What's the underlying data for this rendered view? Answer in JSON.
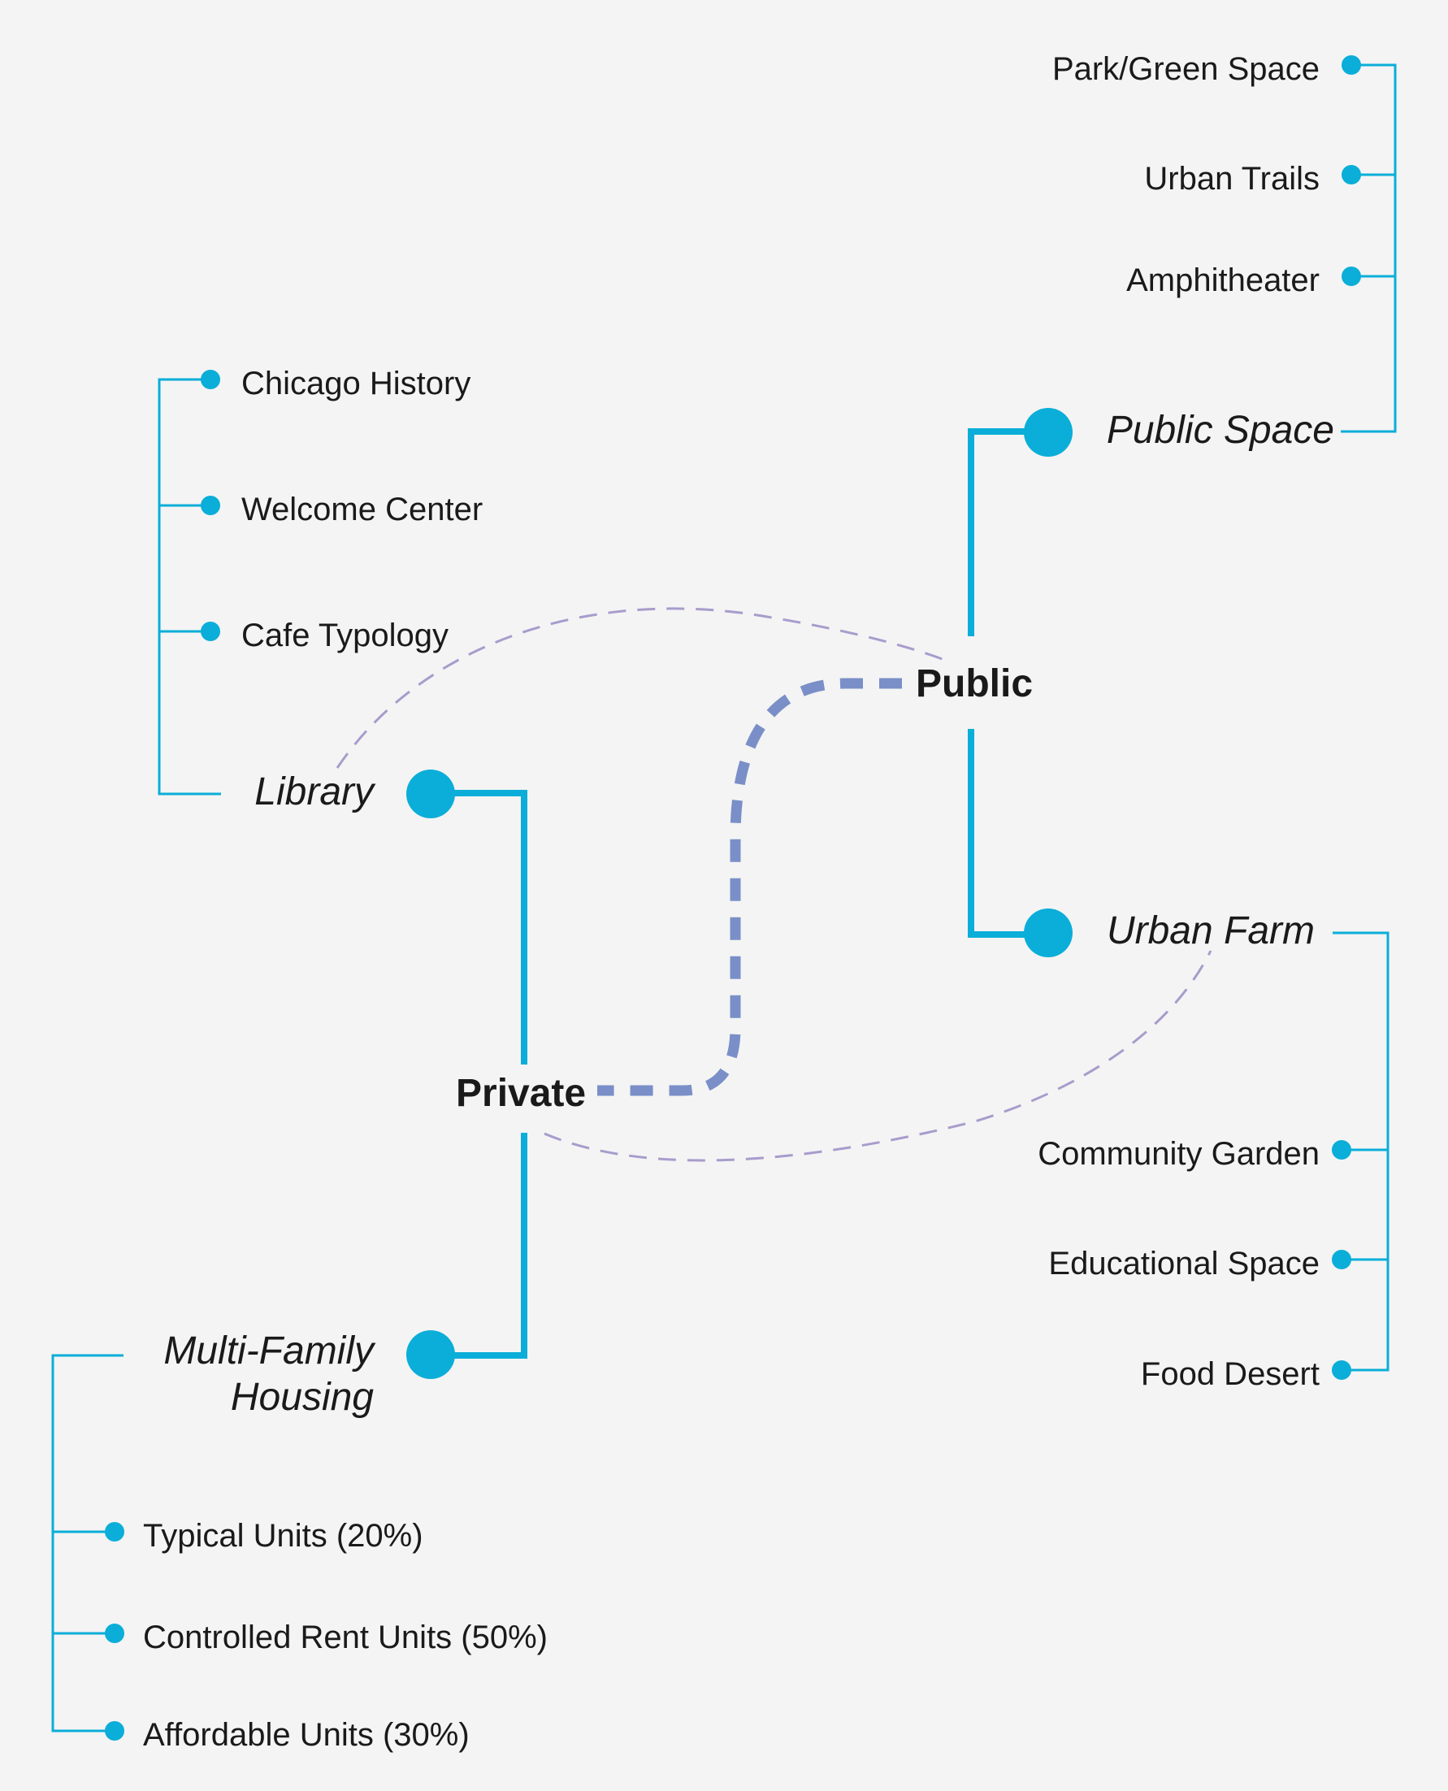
{
  "colors": {
    "background": "#f4f4f4",
    "primary_line": "#0aaed8",
    "dashed_link": "#7a8fc8",
    "arc": "#a89ccc",
    "text": "#1a1a1a"
  },
  "hubs": {
    "public": "Public",
    "private": "Private"
  },
  "groups": {
    "public_space": {
      "label": "Public Space",
      "items": [
        "Park/Green Space",
        "Urban Trails",
        "Amphitheater"
      ]
    },
    "urban_farm": {
      "label": "Urban Farm",
      "items": [
        "Community Garden",
        "Educational Space",
        "Food Desert"
      ]
    },
    "library": {
      "label": "Library",
      "items": [
        "Chicago History",
        "Welcome Center",
        "Cafe Typology"
      ]
    },
    "housing": {
      "label_line1": "Multi-Family",
      "label_line2": "Housing",
      "items": [
        "Typical Units (20%)",
        "Controlled Rent Units (50%)",
        "Affordable Units (30%)"
      ]
    }
  }
}
